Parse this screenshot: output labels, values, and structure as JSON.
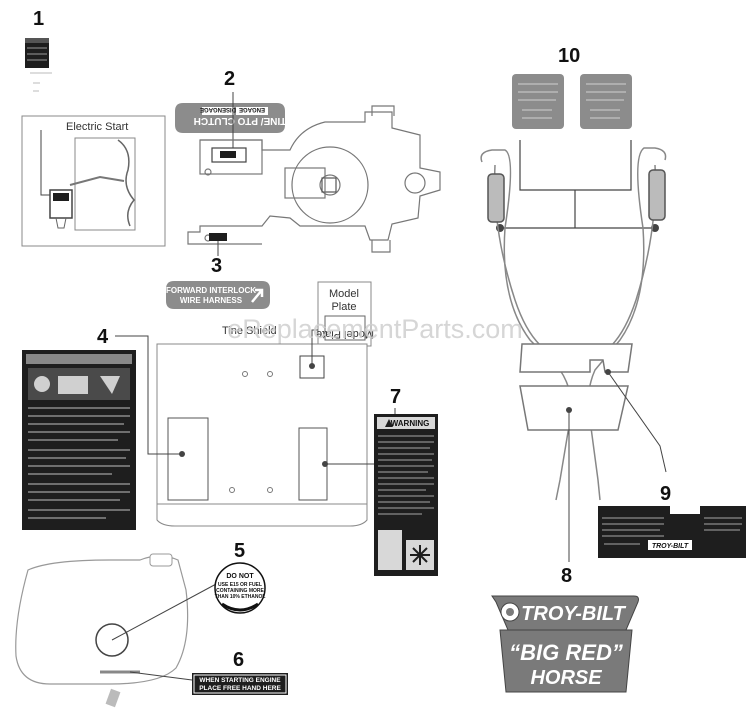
{
  "callouts": [
    "1",
    "2",
    "3",
    "4",
    "5",
    "6",
    "7",
    "8",
    "9",
    "10"
  ],
  "labels": {
    "electric_start": "Electric Start",
    "tine_shield": "Tine Shield",
    "model_plate_line1": "Model",
    "model_plate_line2": "Plate",
    "model_plate_mirrored": "Model Plate"
  },
  "decals": {
    "tine_pto_clutch": "TINE/ PTO CLUTCH",
    "tine_pto_left": "DISENGAGE",
    "tine_pto_right": "ENGAGE",
    "interlock_line1": "FORWARD INTERLOCK",
    "interlock_line2": "WIRE HARNESS",
    "warning_title": "WARNING",
    "fuel_line1": "DO NOT",
    "fuel_line2": "USE E15 OR FUEL",
    "fuel_line3": "CONTAINING MORE",
    "fuel_line4": "THAN 10% ETHANOL",
    "engine_line1": "WHEN STARTING ENGINE",
    "engine_line2": "PLACE FREE HAND HERE",
    "brand": "TROY-BILT",
    "model_line1": "“BIG RED”",
    "model_line2": "HORSE",
    "small_brand": "TROY-BILT"
  },
  "watermark": "eReplacementParts.com",
  "colors": {
    "line": "#444444",
    "decal_gray": "#8c8c8c",
    "decal_dark": "#1e1e1e",
    "brand_gray": "#7a7a7a",
    "accent_red": "#b83a3a"
  }
}
